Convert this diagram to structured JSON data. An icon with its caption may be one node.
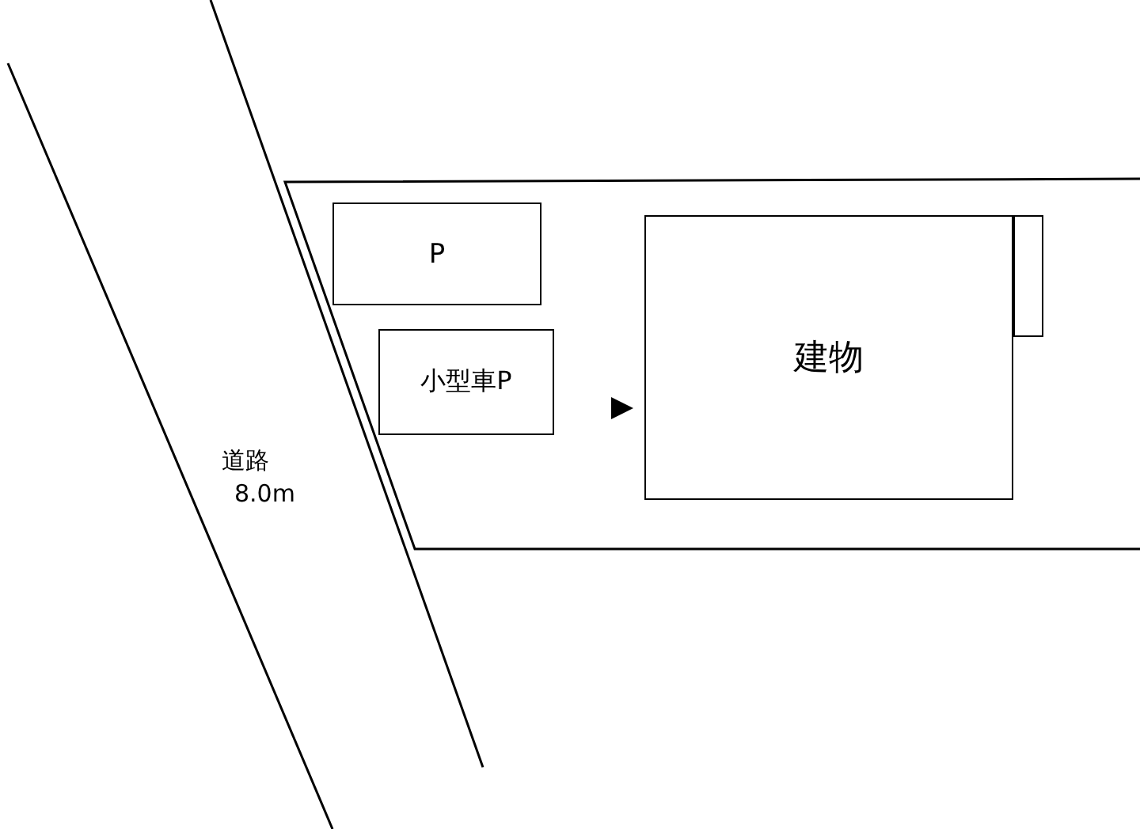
{
  "diagram": {
    "nodes": [
      {
        "text": [],
        "shape": "box"
      },
      {
        "text": [
          "P"
        ],
        "in": 0
      },
      {
        "text": [
          "小型車P"
        ],
        "in": 0
      },
      {
        "text": [
          "建物"
        ],
        "in": 0
      },
      {
        "text": [],
        "shape": "box",
        "in": 0
      }
    ],
    "labels": [
      "道路",
      "8.0m"
    ]
  }
}
